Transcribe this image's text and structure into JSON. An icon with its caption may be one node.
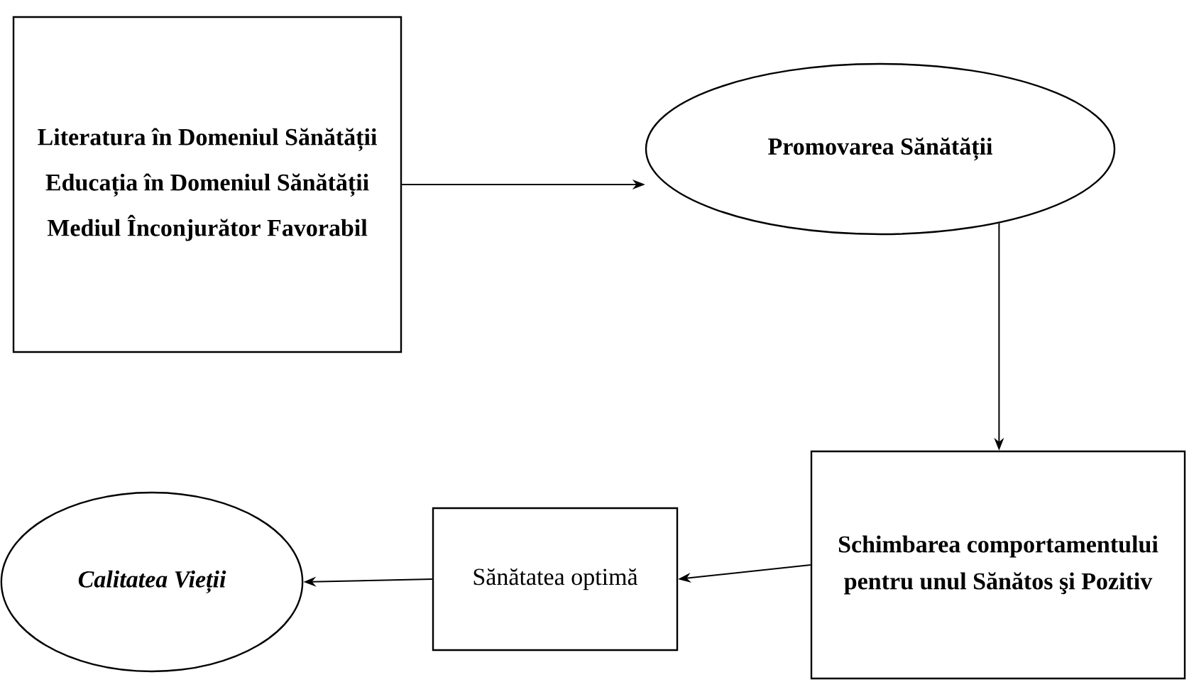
{
  "diagram": {
    "nodes": [
      {
        "text": [
          "Literatura în Domeniul Sănătății",
          "Educația în Domeniul Sănătății",
          "Mediul Înconjurător Favorabil"
        ]
      },
      {
        "text": [
          "Promovarea Sănătății"
        ]
      },
      {
        "text": [
          "Schimbarea comportamentului pentru unul Sănătos şi Pozitiv"
        ]
      },
      {
        "text": [
          "Sănătatea optimă"
        ]
      },
      {
        "text": [
          "Calitatea Vieții"
        ]
      }
    ],
    "edges": [
      {
        "from": 0,
        "to": 1,
        "arrow": "to"
      },
      {
        "from": 1,
        "to": 2,
        "arrow": "to"
      },
      {
        "from": 2,
        "to": 3,
        "arrow": "to"
      },
      {
        "from": 3,
        "to": 4,
        "arrow": "to"
      }
    ]
  }
}
